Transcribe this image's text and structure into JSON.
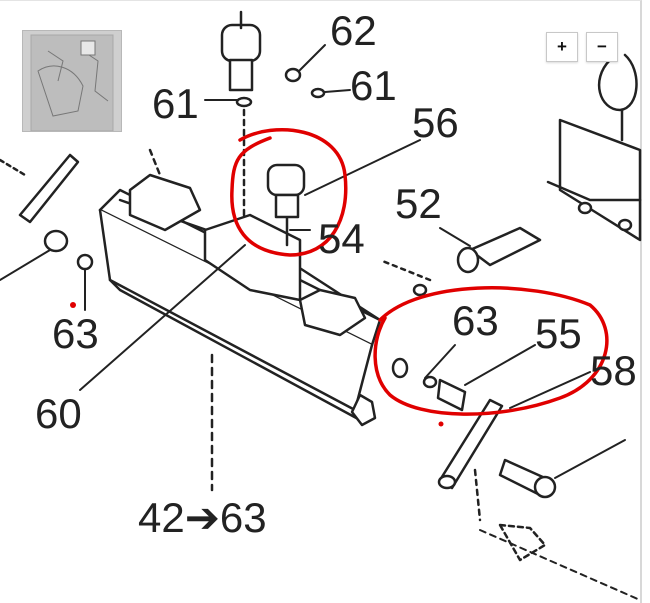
{
  "zoom": {
    "in_label": "+",
    "out_label": "−"
  },
  "callouts": {
    "c62": "62",
    "c61_right": "61",
    "c61_left": "61",
    "c56": "56",
    "c52": "52",
    "c54": "54",
    "c63_left": "63",
    "c63_right": "63",
    "c55": "55",
    "c58": "58",
    "c60": "60",
    "c42_range": "42➔63"
  },
  "colors": {
    "ink": "#222222",
    "highlight": "#e00000",
    "thumbnail": "#cfcfcf"
  },
  "icons": {
    "zoom_in": "plus-icon",
    "zoom_out": "minus-icon"
  }
}
